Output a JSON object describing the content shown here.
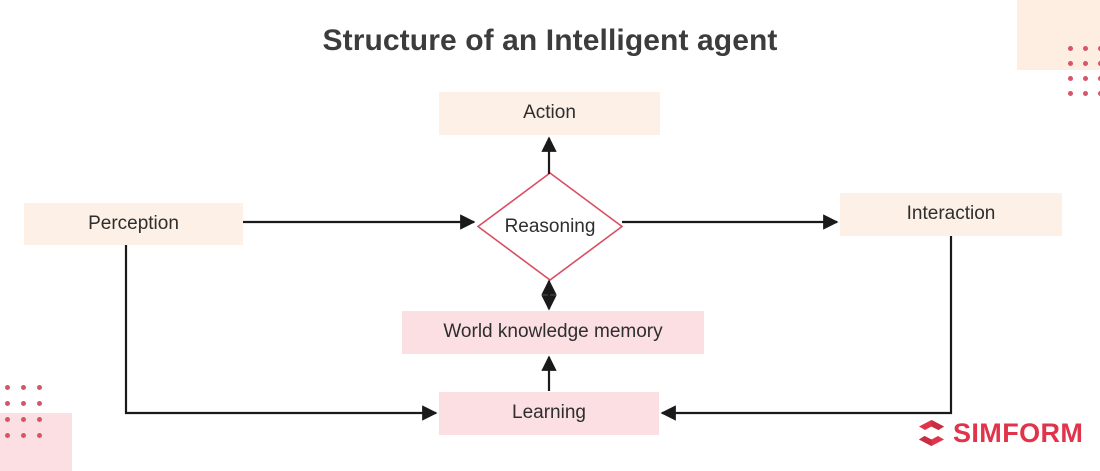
{
  "page": {
    "title": "Structure of an Intelligent agent",
    "background_color": "#ffffff"
  },
  "colors": {
    "title_text": "#3c3c3c",
    "node_text": "#2e2e2e",
    "peach_fill": "#fdf1e7",
    "pink_fill": "#fbdfe3",
    "diamond_stroke": "#d94f62",
    "arrow_stroke": "#1a1a1a",
    "dot_color": "#d6556a",
    "brand_red": "#e0344b"
  },
  "diagram": {
    "type": "flow-diagram",
    "nodes": [
      {
        "id": "perception",
        "label": "Perception",
        "shape": "rect",
        "fill": "peach"
      },
      {
        "id": "action",
        "label": "Action",
        "shape": "rect",
        "fill": "peach"
      },
      {
        "id": "reasoning",
        "label": "Reasoning",
        "shape": "diamond",
        "fill": "white"
      },
      {
        "id": "interaction",
        "label": "Interaction",
        "shape": "rect",
        "fill": "peach"
      },
      {
        "id": "memory",
        "label": "World knowledge memory",
        "shape": "rect",
        "fill": "pink"
      },
      {
        "id": "learning",
        "label": "Learning",
        "shape": "rect",
        "fill": "pink"
      }
    ],
    "edges": [
      {
        "from": "perception",
        "to": "reasoning",
        "direction": "single"
      },
      {
        "from": "reasoning",
        "to": "action",
        "direction": "single"
      },
      {
        "from": "reasoning",
        "to": "interaction",
        "direction": "single"
      },
      {
        "from": "reasoning",
        "to": "memory",
        "direction": "double"
      },
      {
        "from": "learning",
        "to": "memory",
        "direction": "single"
      },
      {
        "from": "perception",
        "to": "learning",
        "direction": "single"
      },
      {
        "from": "interaction",
        "to": "learning",
        "direction": "single"
      }
    ]
  },
  "decorations": {
    "top_right_block_color": "#fdeee1",
    "bottom_left_block_color": "#fbdfe3",
    "top_right_dots": {
      "columns": 4,
      "rows": 4
    },
    "bottom_left_dots": {
      "columns": 3,
      "rows": 4
    }
  },
  "logo": {
    "mark": "simform-s-mark-icon",
    "text": "SIMFORM"
  }
}
